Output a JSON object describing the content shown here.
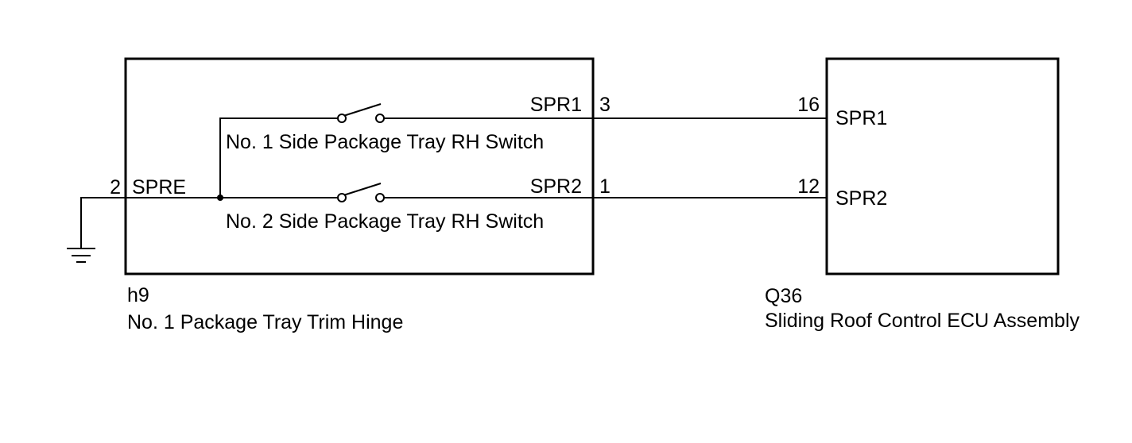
{
  "connectors": {
    "left": {
      "code": "h9",
      "name": "No. 1 Package Tray Trim Hinge"
    },
    "right": {
      "code": "Q36",
      "name": "Sliding Roof Control ECU Assembly"
    }
  },
  "ground": {
    "pin": "2",
    "signal": "SPRE"
  },
  "switches": [
    {
      "name": "No. 1 Side Package Tray RH Switch",
      "signal": "SPR1",
      "left_pin": "3",
      "right_pin": "16",
      "ecu_signal": "SPR1"
    },
    {
      "name": "No. 2 Side Package Tray RH Switch",
      "signal": "SPR2",
      "left_pin": "1",
      "right_pin": "12",
      "ecu_signal": "SPR2"
    }
  ]
}
